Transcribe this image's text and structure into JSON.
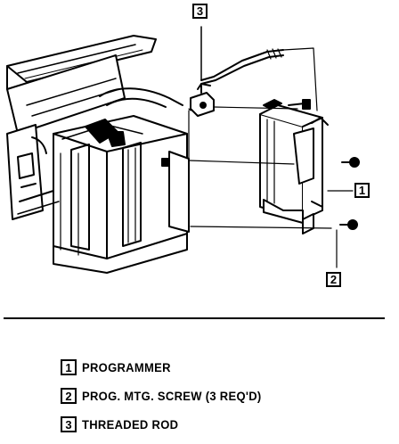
{
  "callouts": {
    "c1": "1",
    "c2": "2",
    "c3": "3"
  },
  "legend": [
    {
      "number": "1",
      "label": "PROGRAMMER"
    },
    {
      "number": "2",
      "label": "PROG. MTG. SCREW (3 REQ'D)"
    },
    {
      "number": "3",
      "label": "THREADED ROD"
    }
  ]
}
